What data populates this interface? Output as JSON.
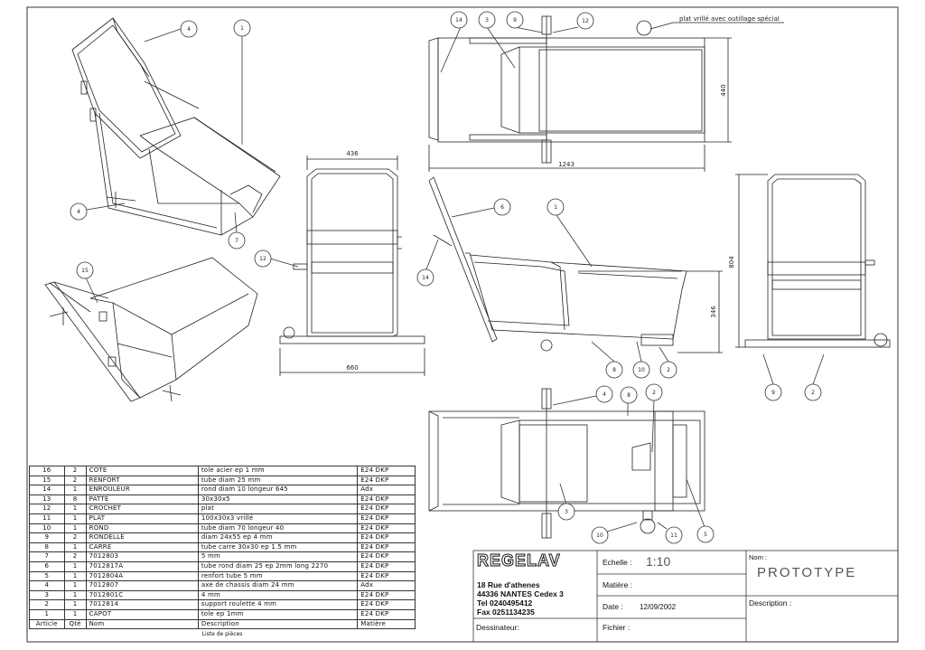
{
  "annotation": "plat vrillé avec outillage spécial",
  "dimensions": [
    "436",
    "660",
    "440",
    "1243",
    "804",
    "346"
  ],
  "balloons": {
    "persp_top": [
      "4",
      "1",
      "4",
      "7"
    ],
    "persp_bottom": [
      "15"
    ],
    "top_view": [
      "14",
      "3",
      "9",
      "12"
    ],
    "front_view": [
      "12"
    ],
    "side_view": [
      "6",
      "1",
      "14",
      "8",
      "10",
      "2"
    ],
    "end_view": [
      "9",
      "2"
    ],
    "bottom_view": [
      "4",
      "8",
      "2",
      "3",
      "10",
      "11",
      "5"
    ]
  },
  "parts_list": {
    "caption": "Liste de pièces",
    "header": {
      "article": "Article",
      "qty": "Qté",
      "name": "Nom",
      "description": "Description",
      "material": "Matière"
    },
    "rows": [
      {
        "article": "16",
        "qty": "2",
        "name": "COTE",
        "description": "tole acier ep 1 mm",
        "material": "E24 DKP"
      },
      {
        "article": "15",
        "qty": "2",
        "name": "RENFORT",
        "description": "tube diam 25 mm",
        "material": "E24 DKP"
      },
      {
        "article": "14",
        "qty": "1",
        "name": "ENROULEUR",
        "description": "rond diam 10 longeur 645",
        "material": "Adx"
      },
      {
        "article": "13",
        "qty": "8",
        "name": "PATTE",
        "description": "30x30x5",
        "material": "E24 DKP"
      },
      {
        "article": "12",
        "qty": "1",
        "name": "CROCHET",
        "description": "plat",
        "material": "E24 DKP"
      },
      {
        "article": "11",
        "qty": "1",
        "name": "PLAT",
        "description": "100x30x3 vrillé",
        "material": "E24 DKP"
      },
      {
        "article": "10",
        "qty": "1",
        "name": "ROND",
        "description": "tube diam 70 longeur 40",
        "material": "E24 DKP"
      },
      {
        "article": "9",
        "qty": "2",
        "name": "RONDELLE",
        "description": "diam 24x55 ep 4 mm",
        "material": "E24 DKP"
      },
      {
        "article": "8",
        "qty": "1",
        "name": "CARRE",
        "description": "tube carre 30x30 ep 1.5 mm",
        "material": "E24 DKP"
      },
      {
        "article": "7",
        "qty": "2",
        "name": "7012803",
        "description": "5 mm",
        "material": "E24 DKP"
      },
      {
        "article": "6",
        "qty": "1",
        "name": "7012817A",
        "description": "tube rond diam 25 ep 2mm long 2270",
        "material": "E24 DKP"
      },
      {
        "article": "5",
        "qty": "1",
        "name": "7012804A",
        "description": "renfort tube 5 mm",
        "material": "E24 DKP"
      },
      {
        "article": "4",
        "qty": "1",
        "name": "7012807",
        "description": "axe de chassis diam 24 mm",
        "material": "Adx"
      },
      {
        "article": "3",
        "qty": "1",
        "name": "7012801C",
        "description": "4 mm",
        "material": "E24 DKP"
      },
      {
        "article": "2",
        "qty": "1",
        "name": "7012814",
        "description": "support roulette 4 mm",
        "material": "E24 DKP"
      },
      {
        "article": "1",
        "qty": "1",
        "name": "CAPOT",
        "description": "tole ep 1mm",
        "material": "E24 DKP"
      }
    ]
  },
  "title_block": {
    "company": "REGELAV",
    "address": [
      "18 Rue d'athenes",
      "44336 NANTES Cedex 3",
      "Tel 0240495412",
      "Fax 0251134235"
    ],
    "designer_label": "Dessinateur:",
    "scale_label": "Echelle :",
    "scale_value": "1:10",
    "material_label": "Matière :",
    "date_label": "Date :",
    "date_value": "12/09/2002",
    "file_label": "Fichier :",
    "name_label": "Nom :",
    "name_value": "PROTOTYPE",
    "description_label": "Description :"
  }
}
